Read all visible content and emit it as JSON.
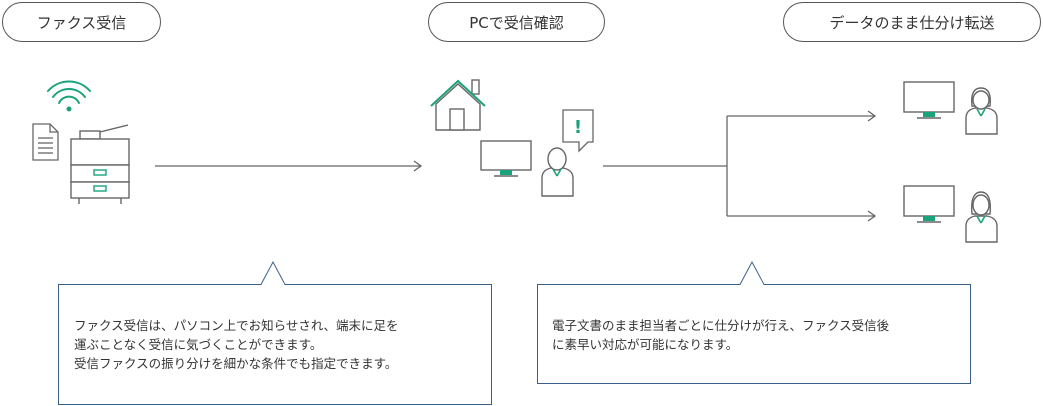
{
  "steps": [
    {
      "label": "ファクス受信"
    },
    {
      "label": "PCで受信確認"
    },
    {
      "label": "データのまま仕分け転送"
    }
  ],
  "callouts": [
    {
      "lines": [
        "ファクス受信は、パソコン上でお知らせされ、端末に足を",
        "運ぶことなく受信に気づくことができます。",
        "受信ファクスの振り分けを細かな条件でも指定できます。"
      ]
    },
    {
      "lines": [
        "電子文書のまま担当者ごとに仕分けが行え、ファクス受信後",
        "に素早い対応が可能になります。"
      ]
    }
  ],
  "notification": {
    "mark": "!"
  },
  "colors": {
    "accent": "#1aa37a",
    "line": "#666666",
    "border": "#3a5f8a"
  },
  "icons": [
    "wifi-icon",
    "document-icon",
    "multifunction-printer-icon",
    "house-icon",
    "monitor-icon",
    "person-icon",
    "notification-bubble-icon",
    "arrow-icon"
  ]
}
